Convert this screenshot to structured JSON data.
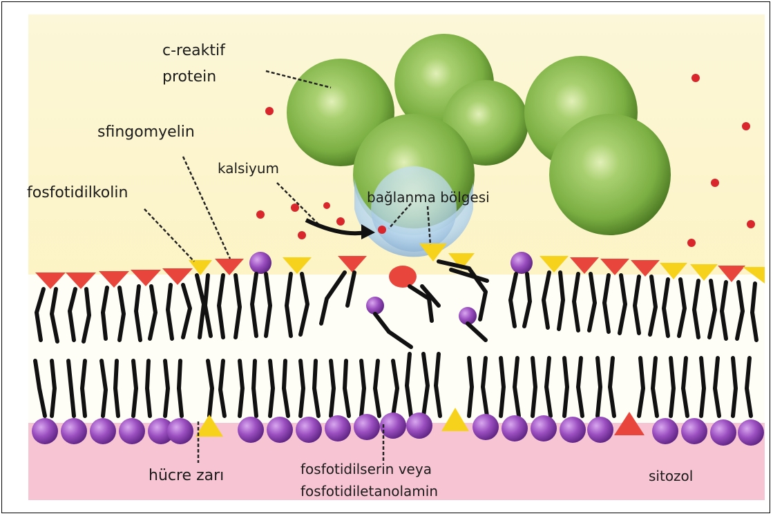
{
  "labels": {
    "crp_line1": "c-reaktif",
    "crp_line2": "protein",
    "sphingomyelin": "sfingomyelin",
    "calcium": "kalsiyum",
    "phosphatidylcholine": "fosfotidilkolin",
    "binding_site": "bağlanma bölgesi",
    "cell_membrane": "hücre zarı",
    "ps_pe_line1": "fosfotidilserin veya",
    "ps_pe_line2": "fosfotidiletanolamin",
    "cytosol": "sitozol"
  },
  "colors": {
    "background_top": "#fbf6d2",
    "cytosol": "#f5c2d0",
    "protein_green": "#8fbf55",
    "calcium_red": "#d8262c",
    "head_red": "#e8463c",
    "head_yellow": "#f7d21c",
    "head_purple": "#9b4fc0"
  }
}
